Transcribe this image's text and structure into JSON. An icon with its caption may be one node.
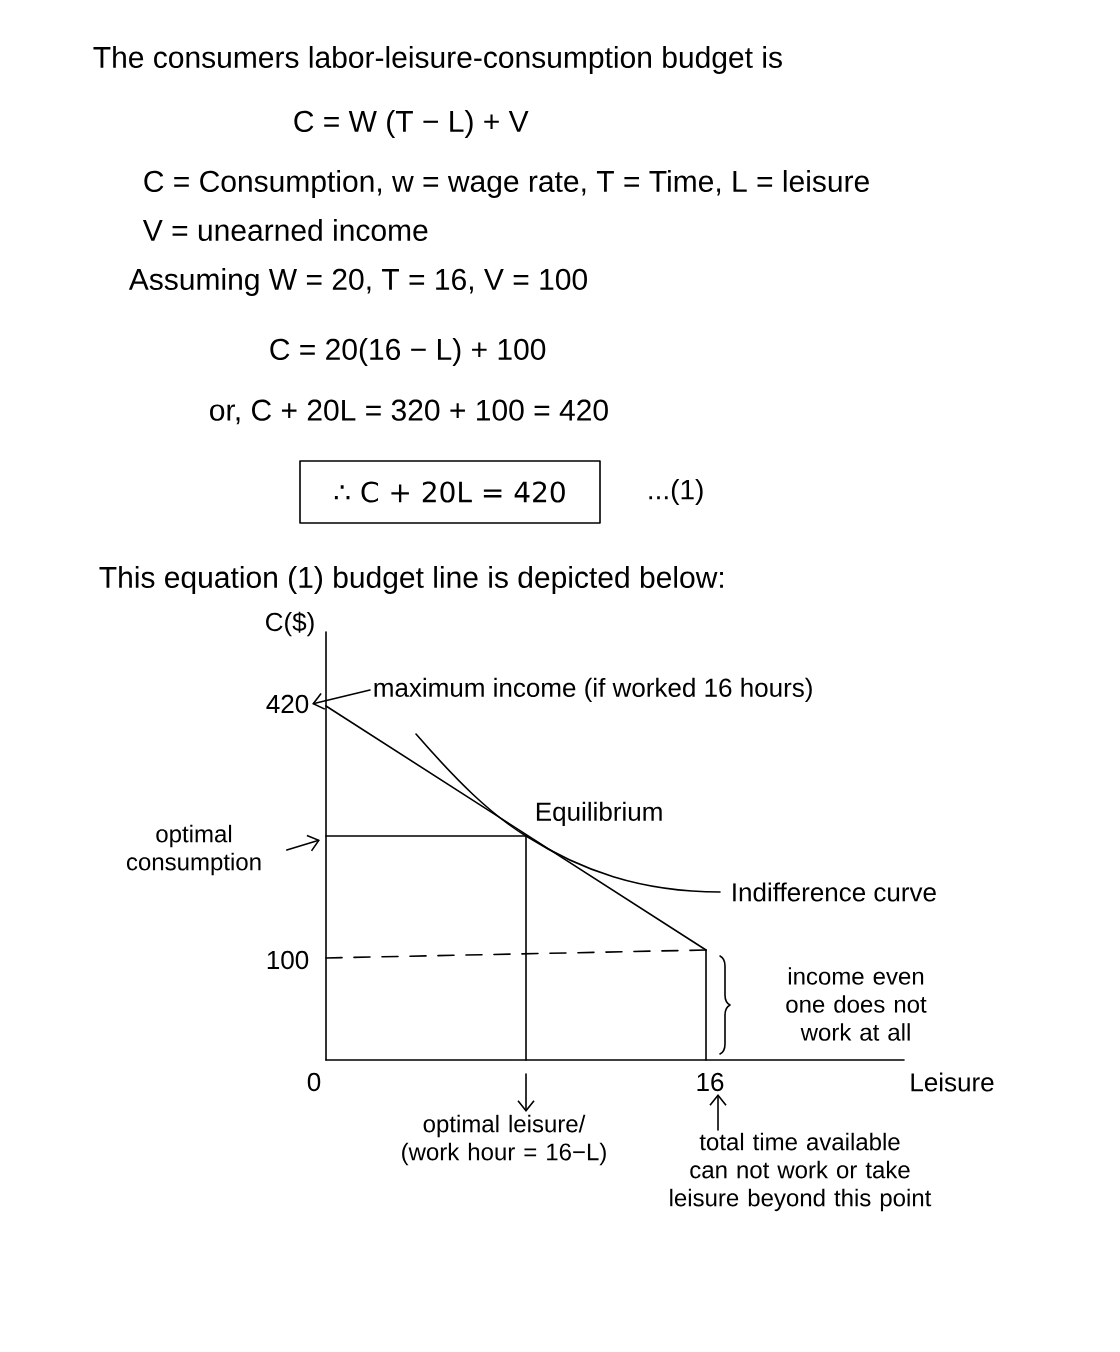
{
  "diagram": {
    "nodes": [
      {
        "text": [
          "∴ C + 20L = 420"
        ],
        "beside": [
          "...(1)"
        ]
      },
      {
        "text": [
          "420"
        ]
      },
      {
        "text": [
          "maximum income (if worked 16 hours)"
        ]
      },
      {
        "text": [
          "optimal consumption"
        ]
      },
      {
        "text": [
          "16"
        ]
      },
      {
        "text": [
          "optimal leisure/ (work hour = 16−L)"
        ]
      },
      {
        "text": [
          "total time available can not work or take leisure beyond this point"
        ]
      }
    ],
    "edges": [
      {
        "from": 2,
        "to": 1,
        "arrow": "to"
      },
      {
        "from": 3,
        "to": null,
        "arrow": "to"
      },
      {
        "from": null,
        "to": 5,
        "arrow": "to"
      },
      {
        "from": 6,
        "to": 4,
        "arrow": "to"
      }
    ],
    "labels": [
      "The consumers labor-leisure-consumption budget is",
      "C = W (T − L) + V",
      "C = Consumption, w = wage rate, T = Time, L = leisure",
      "V = unearned income",
      "Assuming W = 20, T = 16, V = 100",
      "C = 20(16 − L) + 100",
      "or, C + 20L = 320 + 100 = 420",
      "This equation (1) budget line is depicted below:",
      "C($)",
      "Equilibrium",
      "Indifference curve",
      "100",
      "income even one does not work at all",
      "0",
      "Leisure"
    ]
  }
}
